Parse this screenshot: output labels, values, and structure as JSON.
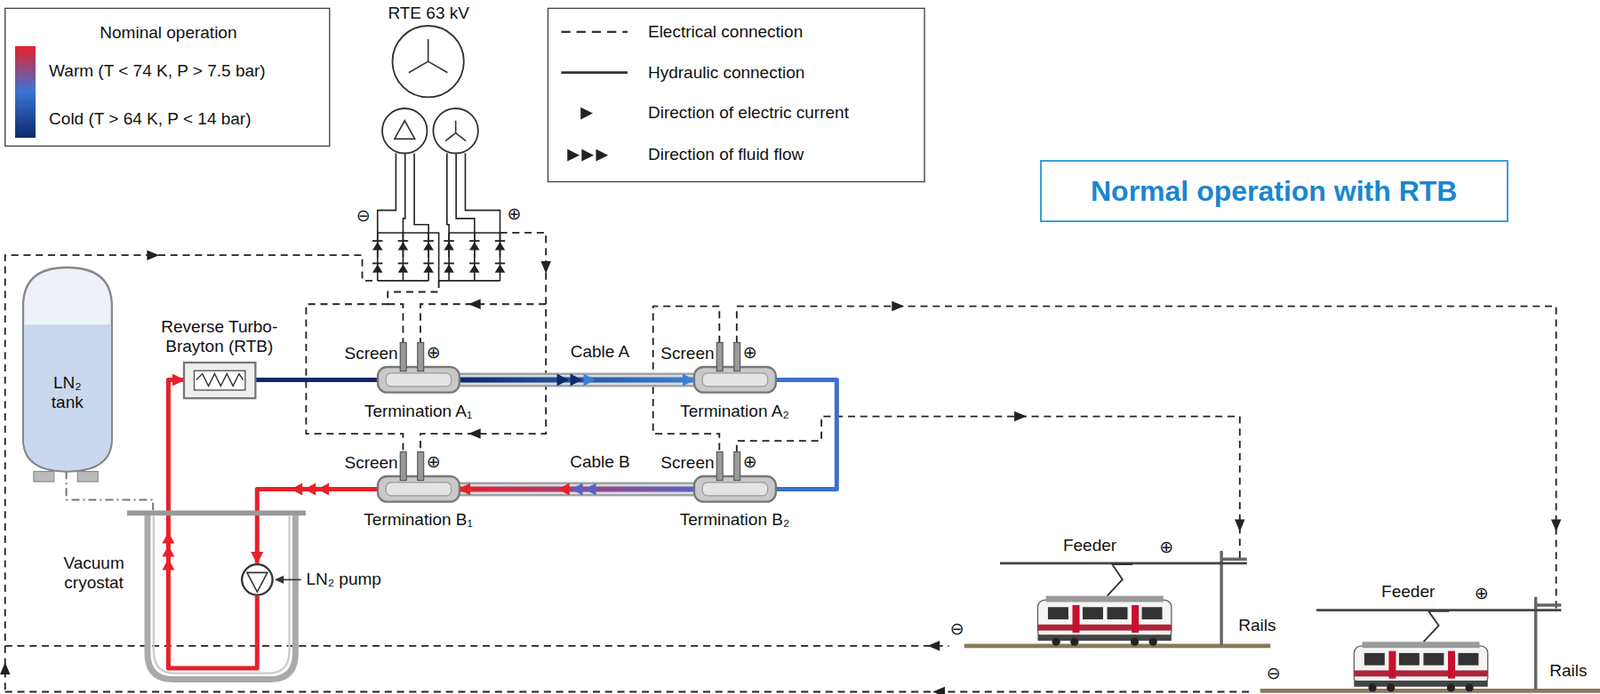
{
  "diagram": {
    "title": "Normal operation with RTB",
    "nodes": [
      {
        "text": [
          "RTE 63 kV"
        ]
      },
      {
        "text": [
          "LN₂ tank"
        ]
      },
      {
        "text": [
          "Reverse Turbo-Brayton (RTB)"
        ]
      },
      {
        "text": [
          "Screen",
          "⊕",
          "Termination A₁"
        ]
      },
      {
        "text": [
          "Screen",
          "⊕",
          "Termination A₂"
        ]
      },
      {
        "text": [
          "Screen",
          "⊕",
          "Termination B₁"
        ]
      },
      {
        "text": [
          "Screen",
          "⊕",
          "Termination B₂"
        ]
      },
      {
        "text": [
          "Vacuum cryostat"
        ]
      },
      {
        "text": [
          "LN₂ pump"
        ],
        "in": 7
      }
    ],
    "edges": [
      {
        "from": 2,
        "to": 3,
        "arrow": "none"
      },
      {
        "from": 3,
        "to": 4,
        "label": "Cable A",
        "arrow": "to"
      },
      {
        "from": 4,
        "to": 6,
        "arrow": "none"
      },
      {
        "from": 6,
        "to": 5,
        "label": "Cable B",
        "arrow": "to"
      },
      {
        "from": 5,
        "to": 8,
        "arrow": "to"
      },
      {
        "from": 8,
        "to": 2,
        "arrow": "to"
      },
      {
        "from": 1,
        "to": 7,
        "arrow": "none"
      }
    ],
    "labels": [
      "Nominal operation",
      "⊖",
      "⊕",
      "Feeder",
      "⊕",
      "Rails",
      "⊖",
      "Feeder",
      "⊕",
      "Rails",
      "⊖"
    ],
    "legend": [
      {
        "text": "Warm (T < 74 K, P > 7.5 bar)",
        "color": "#e8202a"
      },
      {
        "text": "Cold (T > 64 K, P < 14 bar)",
        "color": "#0b2a6b"
      },
      {
        "text": "Electrical connection"
      },
      {
        "text": "Hydraulic connection"
      },
      {
        "text": "Direction of electric current"
      },
      {
        "text": "Direction of fluid flow"
      }
    ]
  }
}
